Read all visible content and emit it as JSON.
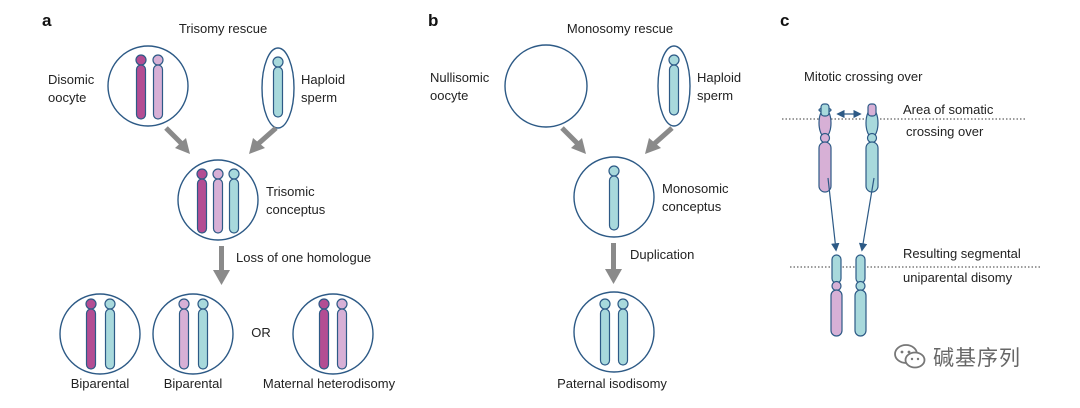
{
  "colors": {
    "maternal_dark": "#b34d93",
    "maternal_light": "#d7b0d6",
    "paternal": "#a8d9dc",
    "outline": "#2d5a86",
    "arrow": "#8a8a8a"
  },
  "panel_a": {
    "letter": "a",
    "title": "Trisomy rescue",
    "oocyte_label": [
      "Disomic",
      "oocyte"
    ],
    "sperm_label": [
      "Haploid",
      "sperm"
    ],
    "conceptus_label": [
      "Trisomic",
      "conceptus"
    ],
    "step_label": "Loss of one homologue",
    "or_label": "OR",
    "outcome_1": "Biparental",
    "outcome_2": "Biparental",
    "outcome_3": "Maternal heterodisomy"
  },
  "panel_b": {
    "letter": "b",
    "title": "Monosomy rescue",
    "oocyte_label": [
      "Nullisomic",
      "oocyte"
    ],
    "sperm_label": [
      "Haploid",
      "sperm"
    ],
    "conceptus_label": [
      "Monosomic",
      "conceptus"
    ],
    "step_label": "Duplication",
    "outcome": "Paternal isodisomy"
  },
  "panel_c": {
    "letter": "c",
    "title": "Mitotic crossing over",
    "area_label": [
      "Area of somatic",
      "crossing over"
    ],
    "result_label": [
      "Resulting segmental",
      "uniparental disomy"
    ]
  },
  "watermark": {
    "text": "碱基序列",
    "icon": "wechat-icon"
  }
}
